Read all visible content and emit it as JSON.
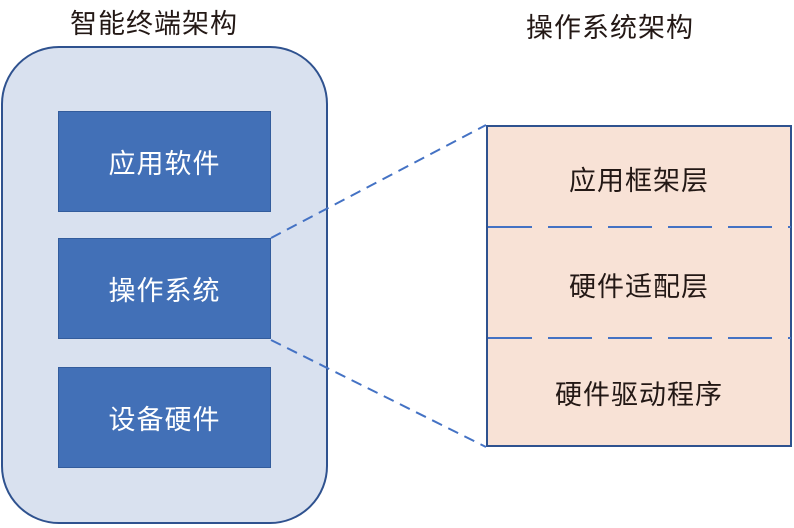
{
  "left_diagram": {
    "title": "智能终端架构",
    "blocks": [
      {
        "label": "应用软件"
      },
      {
        "label": "操作系统"
      },
      {
        "label": "设备硬件"
      }
    ]
  },
  "right_diagram": {
    "title": "操作系统架构",
    "layers": [
      {
        "label": "应用框架层"
      },
      {
        "label": "硬件适配层"
      },
      {
        "label": "硬件驱动程序"
      }
    ]
  },
  "colors": {
    "outer_fill": "#d9e1ef",
    "outer_border": "#2f528f",
    "block_fill": "#4270b7",
    "os_fill": "#f8e2d6",
    "dashed_line": "#4472c4",
    "text_dark": "#231815",
    "text_light": "#ffffff"
  }
}
